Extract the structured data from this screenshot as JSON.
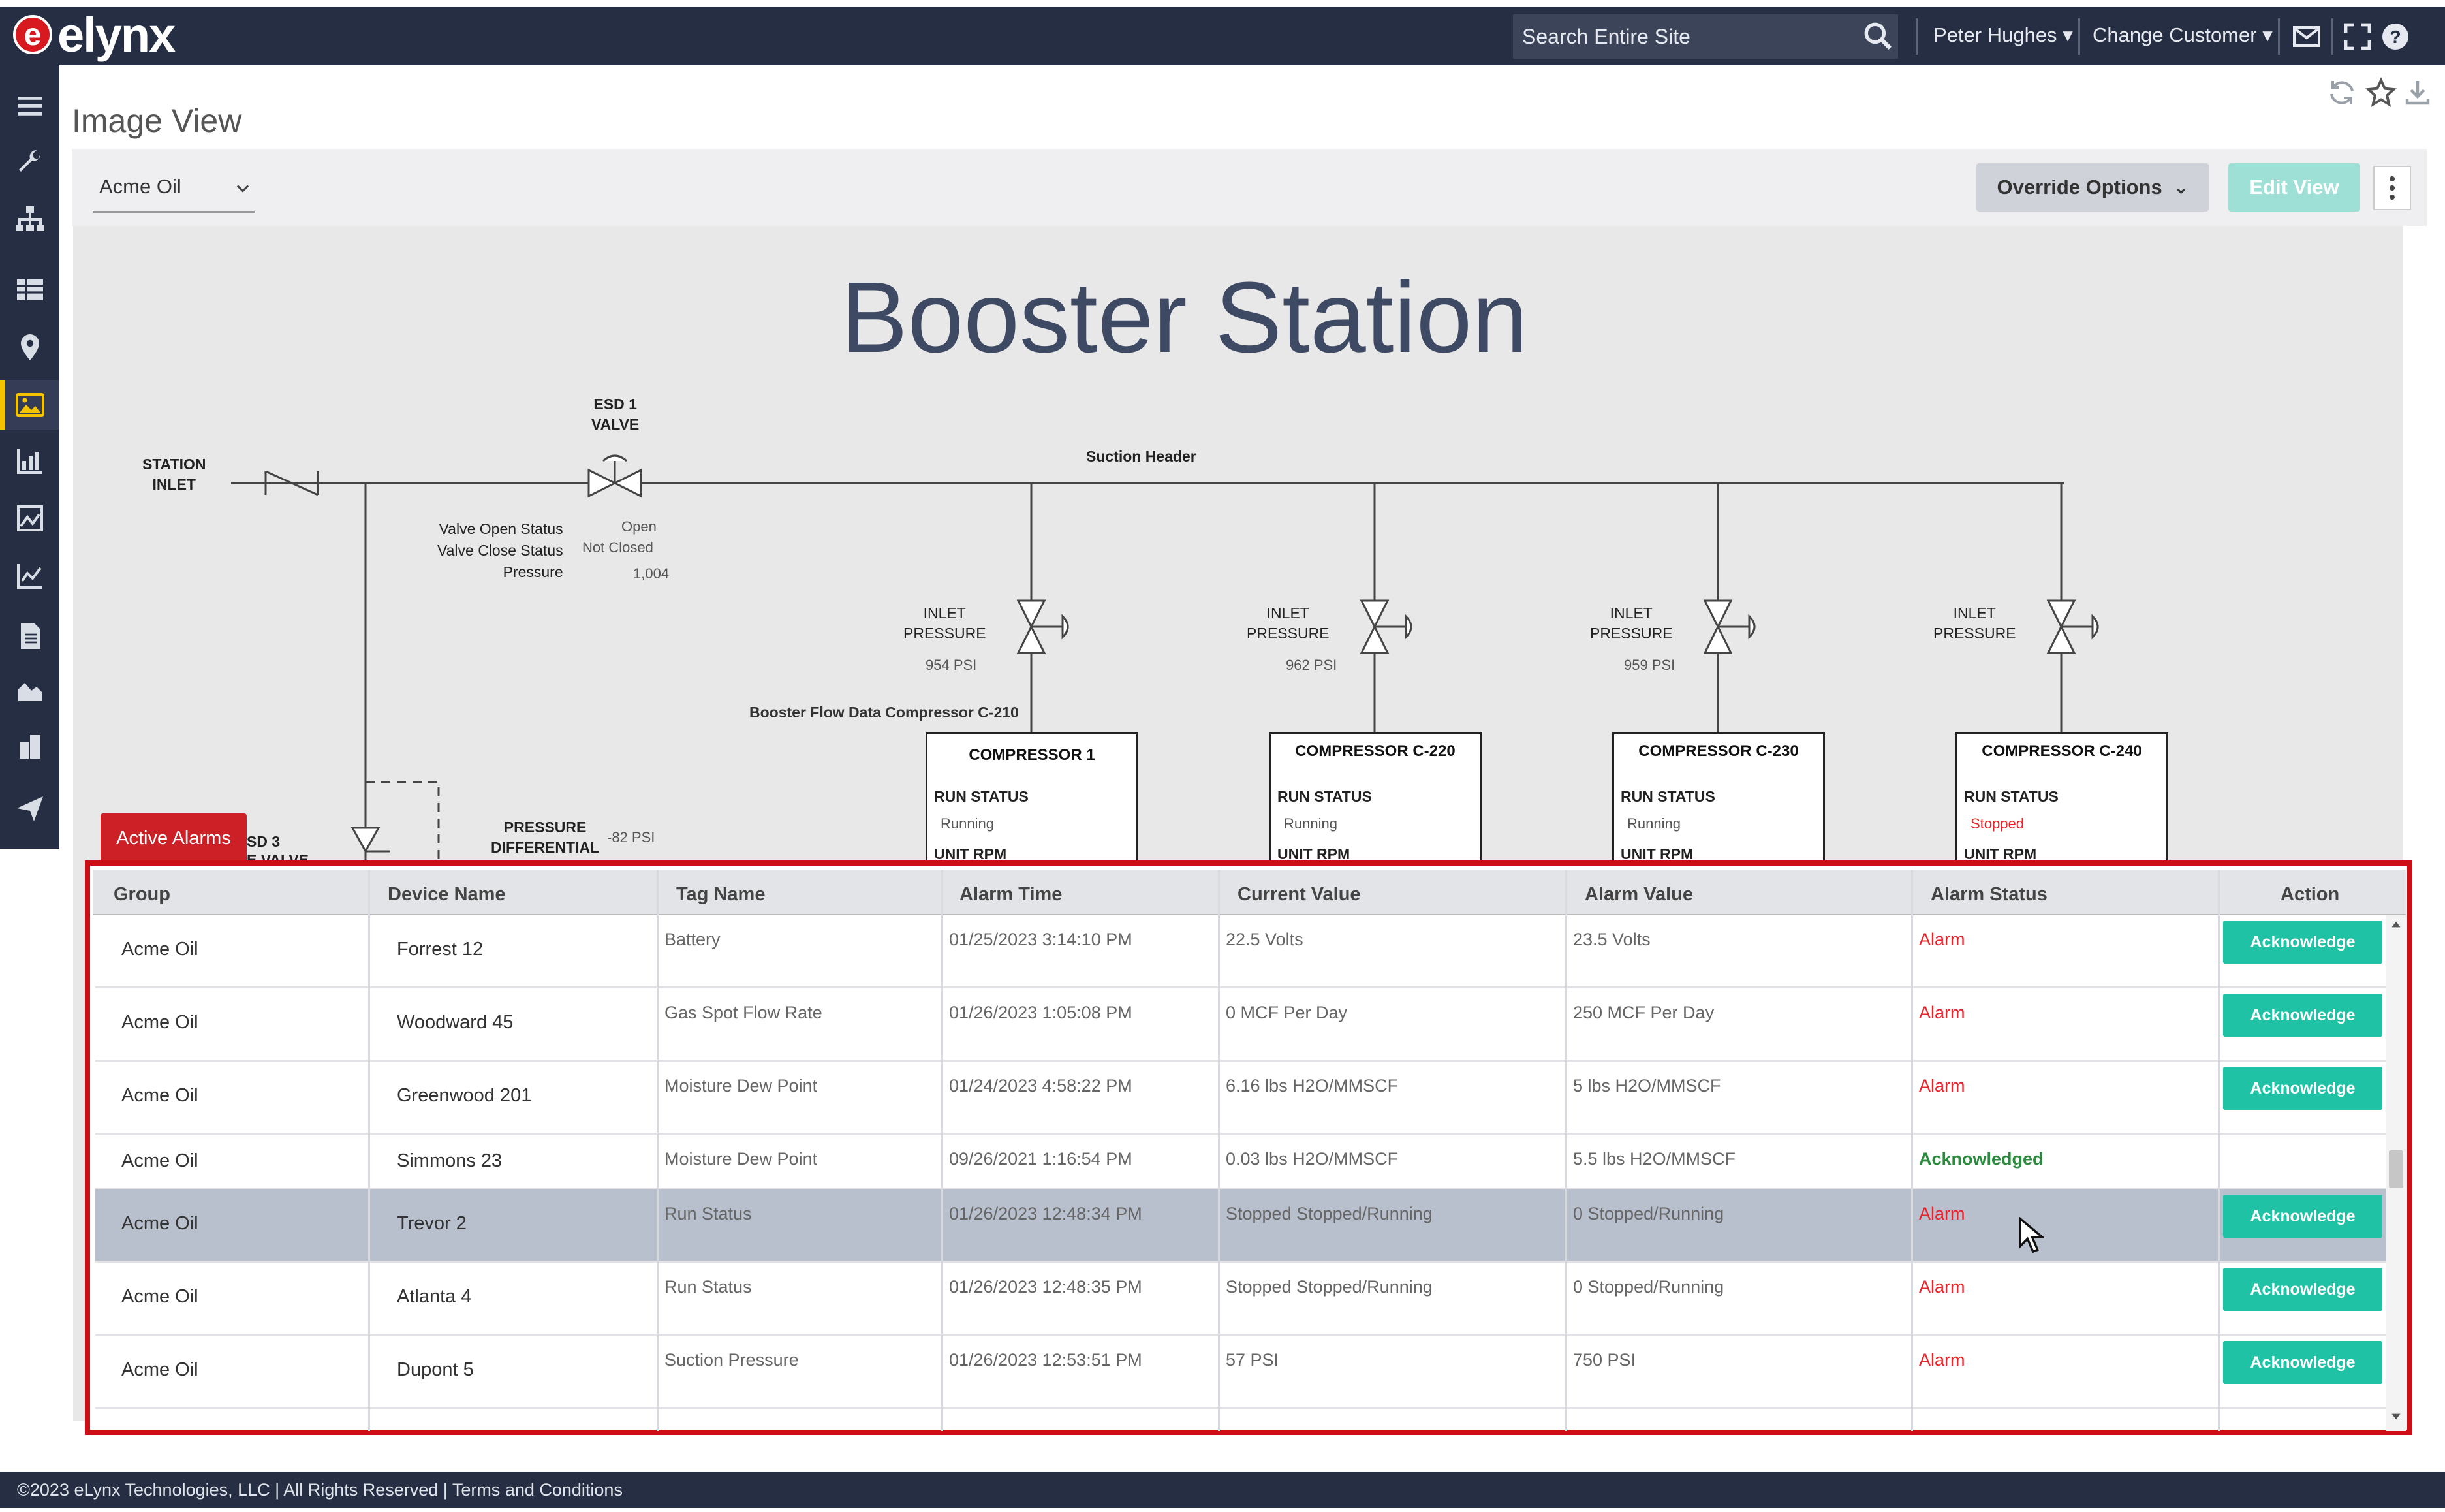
{
  "app": {
    "logo_letter": "e",
    "brand": "elynx",
    "accent": "#d71920"
  },
  "topbar": {
    "search_placeholder": "Search Entire Site",
    "user": "Peter Hughes",
    "customer": "Change Customer",
    "icons": [
      "search-icon",
      "mail-icon",
      "fullscreen-icon",
      "help-icon"
    ]
  },
  "sidebar": {
    "icons": [
      "menu-icon",
      "wrench-icon",
      "hierarchy-icon",
      "table-icon",
      "location-pin-icon",
      "image-icon",
      "bar-chart-icon",
      "picture-chart-icon",
      "line-chart-icon",
      "document-icon",
      "area-chart-icon",
      "building-icon",
      "send-icon"
    ],
    "active": "image-icon",
    "active_color": "#f5c400"
  },
  "page": {
    "title": "Image View",
    "header_icons": [
      "refresh-icon",
      "star-icon",
      "download-icon"
    ]
  },
  "toolbar": {
    "selected_customer": "Acme Oil",
    "override_label": "Override Options",
    "edit_label": "Edit View"
  },
  "diagram": {
    "title": "Booster Station",
    "station_inlet": "STATION\nINLET",
    "esd1_valve": "ESD 1\nVALVE",
    "suction_header": "Suction Header",
    "valve_labels": "Valve Open Status\nValve Close Status\nPressure",
    "valve_open": "Open",
    "valve_close": "Not Closed",
    "valve_pressure": "1,004",
    "booster_flow": "Booster Flow Data Compressor C-210",
    "pressure_diff": "PRESSURE\nDIFFERENTIAL",
    "pressure_diff_value": "-82  PSI",
    "esd3_partial": "SD 3",
    "esd3_partial2": "E VALVE",
    "inlet_pressure_label": "INLET\nPRESSURE",
    "inlet_values": [
      "954  PSI",
      "962  PSI",
      "959  PSI",
      ""
    ],
    "compressors": [
      {
        "name": "COMPRESSOR 1",
        "run_status_label": "RUN STATUS",
        "status": "Running",
        "rpm_label": "UNIT RPM"
      },
      {
        "name": "COMPRESSOR C-220",
        "run_status_label": "RUN STATUS",
        "status": "Running",
        "rpm_label": "UNIT RPM"
      },
      {
        "name": "COMPRESSOR C-230",
        "run_status_label": "RUN STATUS",
        "status": "Running",
        "rpm_label": "UNIT RPM"
      },
      {
        "name": "COMPRESSOR C-240",
        "run_status_label": "RUN STATUS",
        "status": "Stopped",
        "rpm_label": "UNIT RPM"
      }
    ],
    "stopped_color": "#e8232a"
  },
  "alarms": {
    "tab_label": "Active Alarms",
    "columns": [
      "Group",
      "Device Name",
      "Tag Name",
      "Alarm Time",
      "Current Value",
      "Alarm Value",
      "Alarm Status",
      "Action"
    ],
    "rows": [
      {
        "group": "Acme Oil",
        "device": "Forrest 12",
        "tag": "Battery",
        "time": "01/25/2023 3:14:10 PM",
        "current": "22.5 Volts",
        "alarm_value": "23.5 Volts",
        "status": "Alarm",
        "action": "Acknowledge"
      },
      {
        "group": "Acme Oil",
        "device": "Woodward 45",
        "tag": "Gas Spot Flow Rate",
        "time": "01/26/2023 1:05:08 PM",
        "current": "0 MCF Per Day",
        "alarm_value": "250 MCF Per Day",
        "status": "Alarm",
        "action": "Acknowledge"
      },
      {
        "group": "Acme Oil",
        "device": "Greenwood 201",
        "tag": "Moisture Dew Point",
        "time": "01/24/2023 4:58:22 PM",
        "current": "6.16 lbs H2O/MMSCF",
        "alarm_value": "5 lbs H2O/MMSCF",
        "status": "Alarm",
        "action": "Acknowledge"
      },
      {
        "group": "Acme Oil",
        "device": "Simmons 23",
        "tag": "Moisture Dew Point",
        "time": "09/26/2021 1:16:54 PM",
        "current": "0.03 lbs H2O/MMSCF",
        "alarm_value": "5.5 lbs H2O/MMSCF",
        "status": "Acknowledged",
        "action": ""
      },
      {
        "group": "Acme Oil",
        "device": "Trevor 2",
        "tag": "Run Status",
        "time": "01/26/2023 12:48:34 PM",
        "current": "Stopped Stopped/Running",
        "alarm_value": "0 Stopped/Running",
        "status": "Alarm",
        "action": "Acknowledge"
      },
      {
        "group": "Acme Oil",
        "device": "Atlanta 4",
        "tag": "Run Status",
        "time": "01/26/2023 12:48:35 PM",
        "current": "Stopped Stopped/Running",
        "alarm_value": "0 Stopped/Running",
        "status": "Alarm",
        "action": "Acknowledge"
      },
      {
        "group": "Acme Oil",
        "device": "Dupont 5",
        "tag": "Suction Pressure",
        "time": "01/26/2023 12:53:51 PM",
        "current": "57 PSI",
        "alarm_value": "750 PSI",
        "status": "Alarm",
        "action": "Acknowledge"
      }
    ],
    "alarm_color": "#e8232a",
    "ack_color": "#1fc2a5",
    "frame_color": "#cc0e16"
  },
  "footer": {
    "text": "©2023 eLynx Technologies, LLC | All Rights Reserved | Terms and Conditions"
  }
}
